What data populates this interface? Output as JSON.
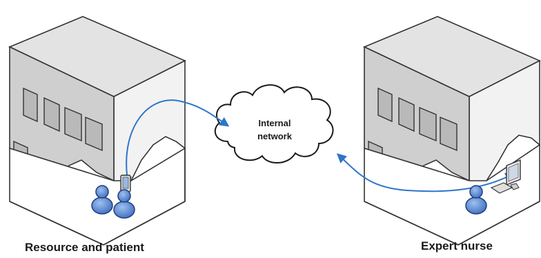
{
  "labels": {
    "left_site": "Resource and patient",
    "right_site": "Expert nurse",
    "cloud_line1": "Internal",
    "cloud_line2": "network"
  },
  "colors": {
    "arrow": "#2e75c9",
    "person_fill": "#4f7fd0",
    "person_stroke": "#1f3f7a",
    "building_top": "#e6e6e6",
    "building_front": "#cfcfcf",
    "building_side": "#f4f4f4"
  },
  "icons": [
    "building-icon",
    "cloud-icon",
    "person-icon",
    "tablet-icon",
    "monitor-icon",
    "keyboard-icon"
  ]
}
